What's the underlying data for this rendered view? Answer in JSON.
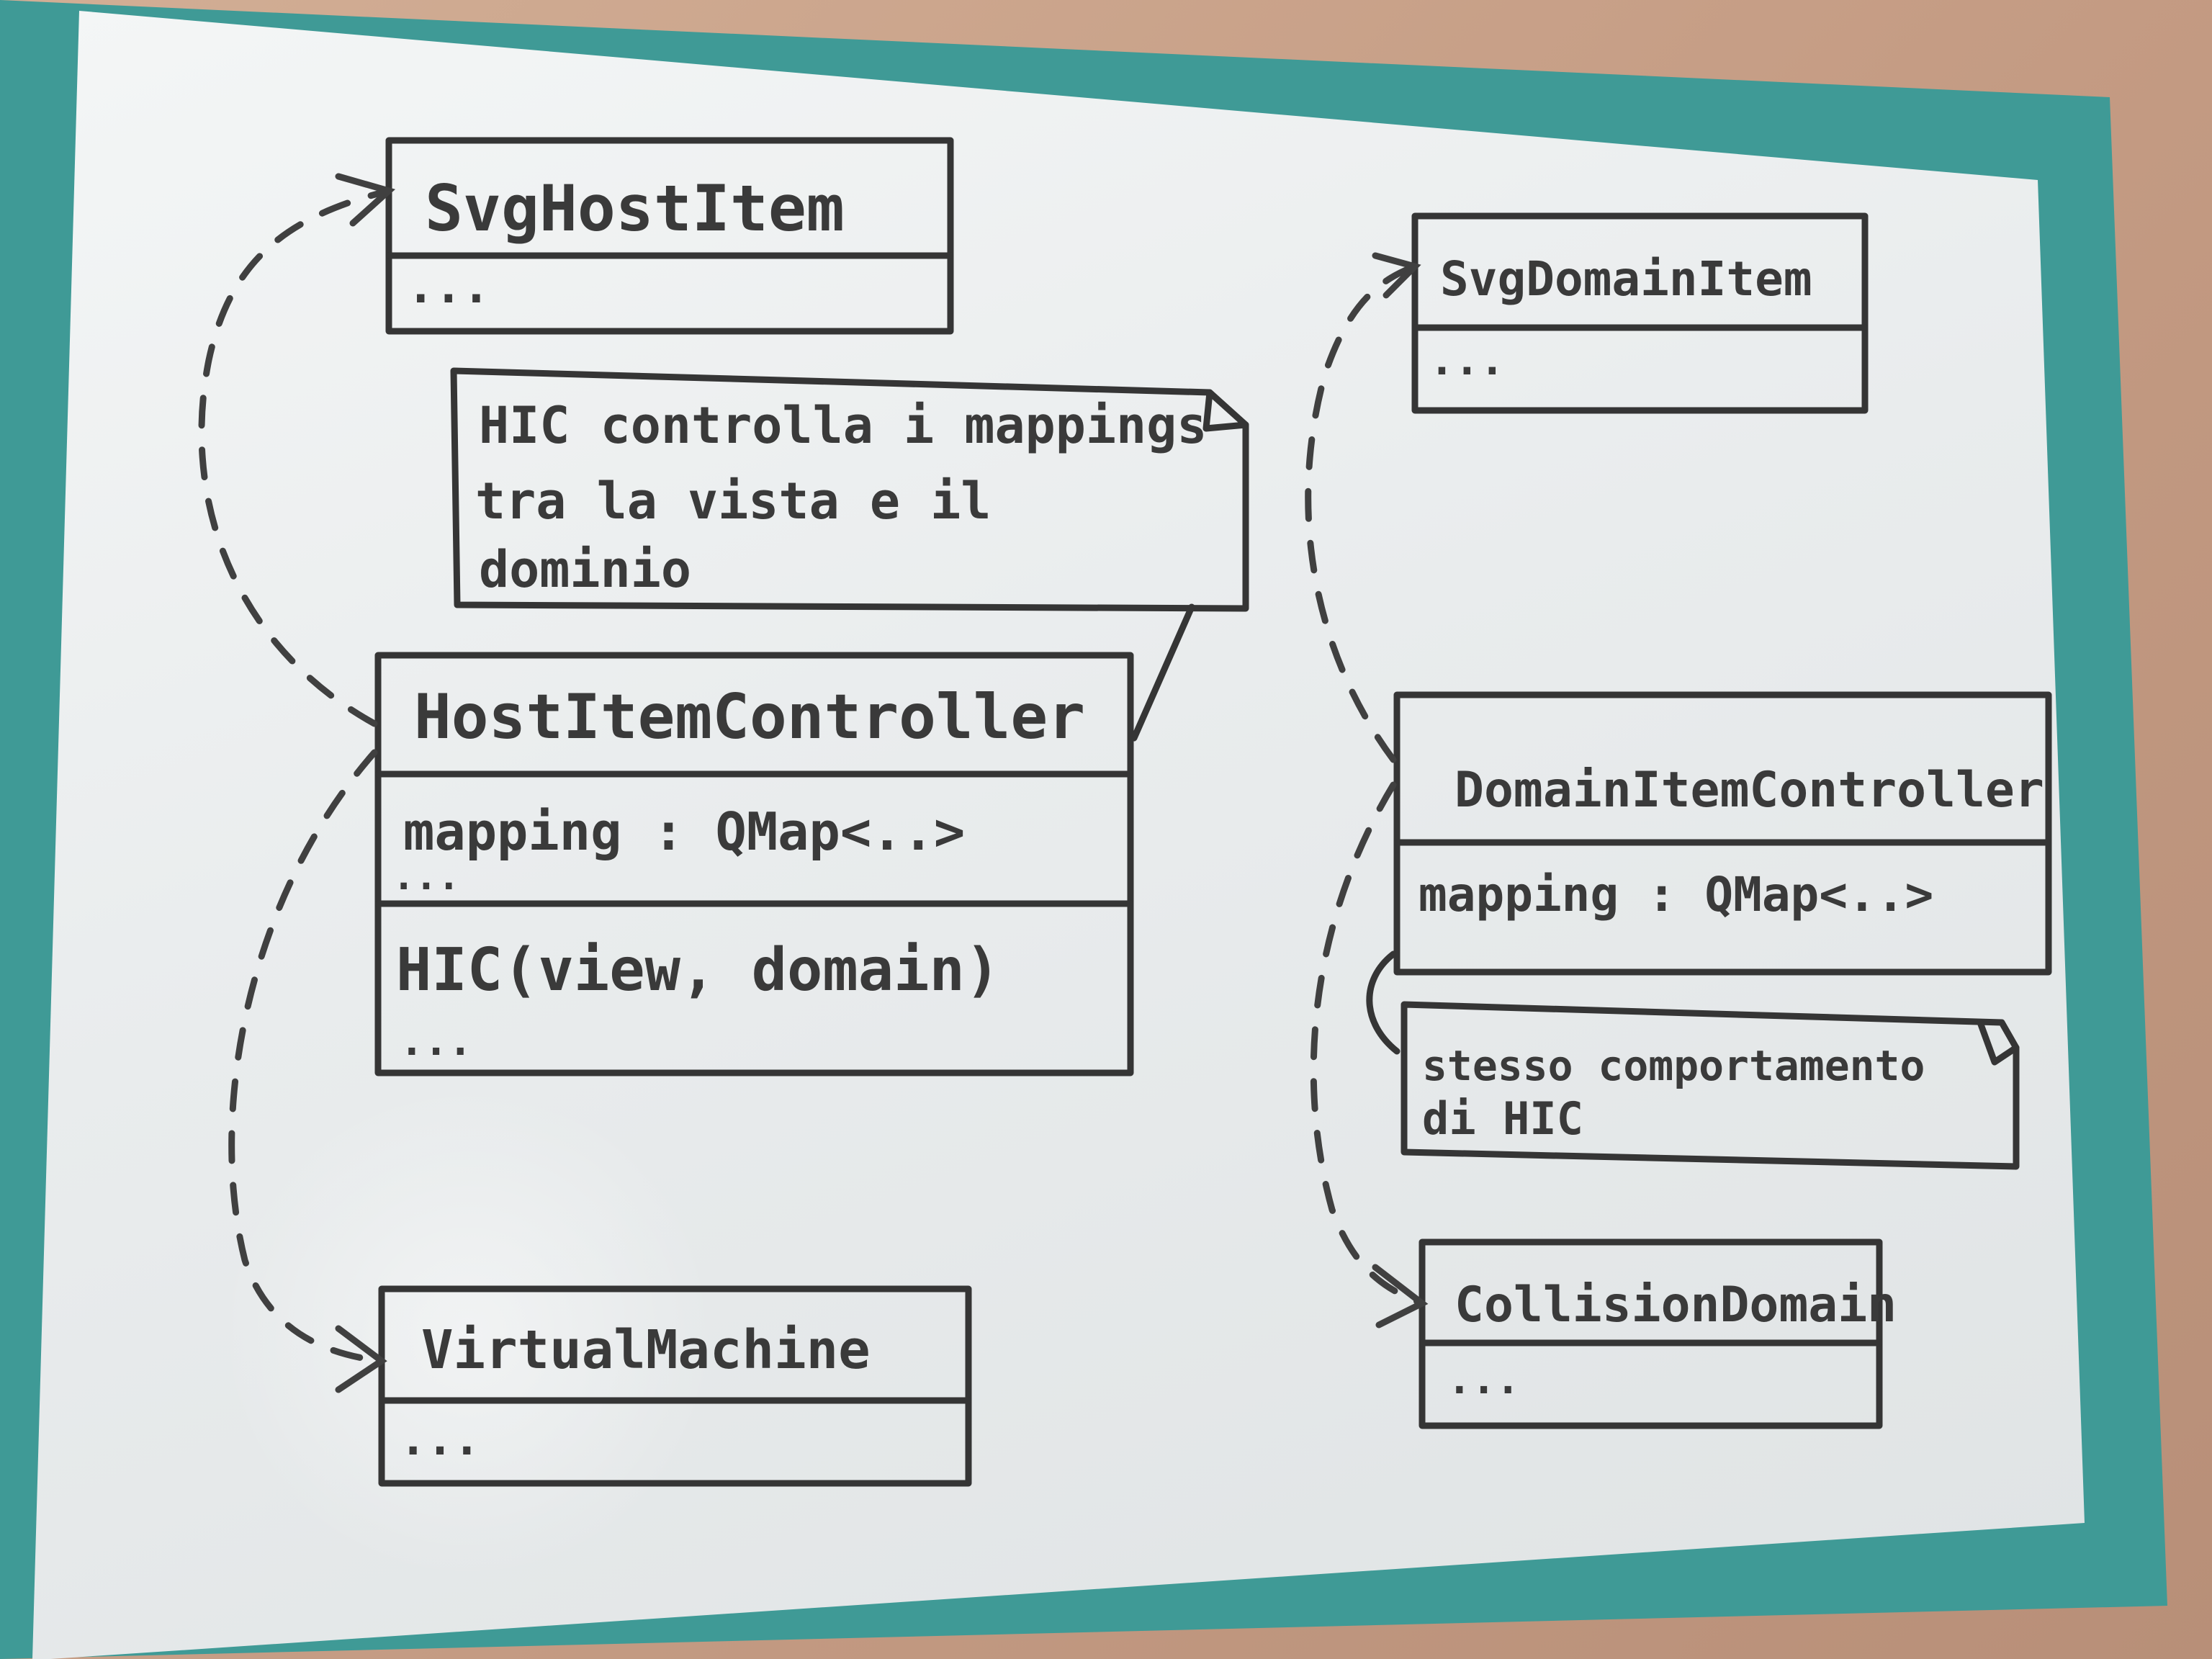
{
  "classes": {
    "svg_host_item": {
      "name": "SvgHostItem",
      "attr": "..."
    },
    "host_item_controller": {
      "name": "HostItemController",
      "attr": "mapping : QMap<..>",
      "attr_more": "...",
      "method": "HIC(view, domain)",
      "method_more": "..."
    },
    "virtual_machine": {
      "name": "VirtualMachine",
      "attr": "..."
    },
    "svg_domain_item": {
      "name": "SvgDomainItem",
      "attr": "..."
    },
    "domain_item_controller": {
      "name": "DomainItemController",
      "attr": "mapping : QMap<..>"
    },
    "collision_domain": {
      "name": "CollisionDomain",
      "attr": "..."
    }
  },
  "notes": {
    "hic_note": {
      "line1": "HIC controlla i mappings",
      "line2": "tra la vista e il",
      "line3": "dominio"
    },
    "dic_note": {
      "line1": "stesso comportamento",
      "line2": "di HIC"
    }
  },
  "colors": {
    "frame": "#3f9a96",
    "board": "#eef0f0",
    "ink": "#353535"
  }
}
